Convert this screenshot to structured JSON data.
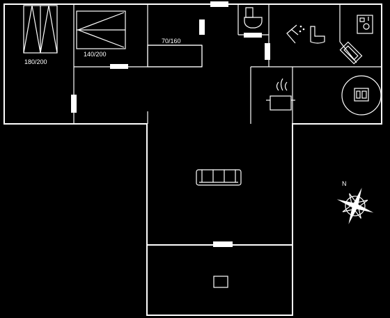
{
  "plan": {
    "background": "#000000",
    "line_color": "#ffffff",
    "bed_large_label": "180/200",
    "bed_medium_label": "140/200",
    "bed_small_label": "70/160",
    "icons": [
      "double-bed-icon",
      "bunk-bed-icon",
      "single-bed-icon",
      "toilet-icon",
      "shower-icon",
      "washing-machine-icon",
      "kitchen-pot-icon",
      "sauna-icon",
      "sofa-icon",
      "wood-stove-icon",
      "compass-rose-icon"
    ],
    "compass": {
      "north_label": "N"
    }
  }
}
